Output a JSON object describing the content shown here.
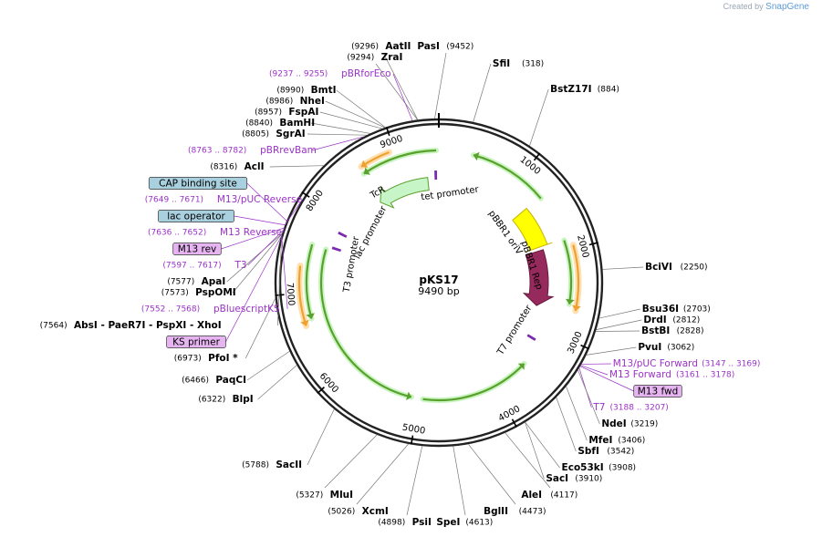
{
  "credit": {
    "prefix": "Created by",
    "brand": "SnapGene"
  },
  "plasmid": {
    "name": "pKS17",
    "length_label": "9490 bp",
    "length": 9490
  },
  "colors": {
    "enzyme_text": "#000000",
    "primer_text": "#9b32c8",
    "orf_orange": "#f0a030",
    "orf_green": "#5aa02c",
    "tcr_fill": "#c8f5c8",
    "origin_yellow": "#ffff00",
    "rep_maroon": "#962a5c",
    "lac_fill": "#a9d0de",
    "primer_fill": "#e6b4f0"
  },
  "ticks": [
    {
      "label": "1000",
      "bp": 1000
    },
    {
      "label": "2000",
      "bp": 2000
    },
    {
      "label": "3000",
      "bp": 3000
    },
    {
      "label": "4000",
      "bp": 4000
    },
    {
      "label": "5000",
      "bp": 5000
    },
    {
      "label": "6000",
      "bp": 6000
    },
    {
      "label": "7000",
      "bp": 7000
    },
    {
      "label": "8000",
      "bp": 8000
    },
    {
      "label": "9000",
      "bp": 9000
    }
  ],
  "features": [
    {
      "name": "TcR",
      "type": "cds",
      "start": 8540,
      "end": 9330,
      "dir": -1,
      "color": "tcr_fill",
      "label_type": "in"
    },
    {
      "name": "pBBR1 oriV",
      "type": "origin",
      "start": 1310,
      "end": 1860,
      "dir": 1,
      "color": "origin_yellow",
      "label_type": "in"
    },
    {
      "name": "pBBR1 Rep",
      "type": "cds",
      "start": 1910,
      "end": 2720,
      "dir": 1,
      "color": "rep_maroon",
      "label_type": "in"
    },
    {
      "name": "tet promoter",
      "type": "promoter",
      "pos": 9462,
      "label_type": "in"
    },
    {
      "name": "lac promoter",
      "type": "promoter",
      "pos": 7830,
      "label_type": "in"
    },
    {
      "name": "T3 promoter",
      "type": "promoter",
      "pos": 7610,
      "label_type": "in"
    },
    {
      "name": "T7 promoter",
      "type": "promoter",
      "pos": 3195,
      "label_type": "in"
    }
  ],
  "orfs": [
    {
      "ring": "outer",
      "start": 1960,
      "end": 2680,
      "dir": 1,
      "color": "orf_orange"
    },
    {
      "ring": "outer",
      "start": 6640,
      "end": 7300,
      "dir": -1,
      "color": "orf_orange"
    },
    {
      "ring": "outer",
      "start": 8600,
      "end": 8940,
      "dir": -1,
      "color": "orf_orange"
    },
    {
      "ring": "middle",
      "start": 1880,
      "end": 2620,
      "dir": 1,
      "color": "orf_green"
    },
    {
      "ring": "middle",
      "start": 6700,
      "end": 7560,
      "dir": -1,
      "color": "orf_green"
    },
    {
      "ring": "middle",
      "start": 8580,
      "end": 9460,
      "dir": -1,
      "color": "orf_green"
    },
    {
      "ring": "middle",
      "start": 400,
      "end": 1330,
      "dir": -1,
      "color": "orf_green"
    },
    {
      "ring": "inner",
      "start": 3520,
      "end": 4950,
      "dir": -1,
      "color": "orf_green"
    },
    {
      "ring": "inner",
      "start": 5100,
      "end": 7550,
      "dir": -1,
      "color": "orf_green"
    }
  ],
  "labels": [
    {
      "side": "top",
      "kind": "enzyme",
      "name": "AatII",
      "pos": "(9296)",
      "bp": 9296
    },
    {
      "side": "top",
      "kind": "enzyme",
      "name": "ZraI",
      "pos": "(9294)",
      "bp": 9294
    },
    {
      "side": "top",
      "kind": "enzyme",
      "name": "PasI",
      "pos": "(9452)",
      "bp": 9452
    },
    {
      "side": "right",
      "kind": "enzyme",
      "name": "SfiI",
      "pos": "(318)",
      "bp": 318
    },
    {
      "side": "right",
      "kind": "enzyme",
      "name": "BstZ17I",
      "pos": "(884)",
      "bp": 884
    },
    {
      "side": "right",
      "kind": "enzyme",
      "name": "BciVI",
      "pos": "(2250)",
      "bp": 2250
    },
    {
      "side": "right",
      "kind": "enzyme",
      "name": "Bsu36I",
      "pos": "(2703)",
      "bp": 2703
    },
    {
      "side": "right",
      "kind": "enzyme",
      "name": "DrdI",
      "pos": "(2812)",
      "bp": 2812
    },
    {
      "side": "right",
      "kind": "enzyme",
      "name": "BstBI",
      "pos": "(2828)",
      "bp": 2828
    },
    {
      "side": "right",
      "kind": "enzyme",
      "name": "PvuI",
      "pos": "(3062)",
      "bp": 3062
    },
    {
      "side": "right",
      "kind": "primer",
      "name": "M13/pUC Forward",
      "pos": "(3147 .. 3169)",
      "bp": 3158
    },
    {
      "side": "right",
      "kind": "primer",
      "name": "M13 Forward",
      "pos": "(3161 .. 3178)",
      "bp": 3170
    },
    {
      "side": "right",
      "kind": "primerbox",
      "name": "M13 fwd",
      "pos": "",
      "bp": 3180
    },
    {
      "side": "right",
      "kind": "primer",
      "name": "T7",
      "pos": "(3188 .. 3207)",
      "bp": 3197
    },
    {
      "side": "right",
      "kind": "enzyme",
      "name": "NdeI",
      "pos": "(3219)",
      "bp": 3219
    },
    {
      "side": "right",
      "kind": "enzyme",
      "name": "MfeI",
      "pos": "(3406)",
      "bp": 3406
    },
    {
      "side": "right",
      "kind": "enzyme",
      "name": "SbfI",
      "pos": "(3542)",
      "bp": 3542
    },
    {
      "side": "right",
      "kind": "enzyme",
      "name": "Eco53kI",
      "pos": "(3908)",
      "bp": 3908
    },
    {
      "side": "right",
      "kind": "enzyme",
      "name": "SacI",
      "pos": "(3910)",
      "bp": 3910
    },
    {
      "side": "bottom",
      "kind": "enzyme",
      "name": "AleI",
      "pos": "(4117)",
      "bp": 4117
    },
    {
      "side": "bottom",
      "kind": "enzyme",
      "name": "BglII",
      "pos": "(4473)",
      "bp": 4473
    },
    {
      "side": "bottom",
      "kind": "enzyme",
      "name": "SpeI",
      "pos": "(4613)",
      "bp": 4613
    },
    {
      "side": "bottom",
      "kind": "enzyme",
      "name": "PsiI",
      "pos": "(4898)",
      "bp": 4898
    },
    {
      "side": "bottom",
      "kind": "enzyme",
      "name": "XcmI",
      "pos": "(5026)",
      "bp": 5026
    },
    {
      "side": "bottom",
      "kind": "enzyme",
      "name": "MluI",
      "pos": "(5327)",
      "bp": 5327
    },
    {
      "side": "left",
      "kind": "enzyme",
      "name": "SacII",
      "pos": "(5788)",
      "bp": 5788
    },
    {
      "side": "left",
      "kind": "enzyme",
      "name": "BlpI",
      "pos": "(6322)",
      "bp": 6322
    },
    {
      "side": "left",
      "kind": "enzyme",
      "name": "PaqCI",
      "pos": "(6466)",
      "bp": 6466
    },
    {
      "side": "left",
      "kind": "enzyme",
      "name": "PfoI *",
      "pos": "(6973)",
      "bp": 6973
    },
    {
      "side": "left",
      "kind": "primerbox",
      "name": "KS primer",
      "pos": "",
      "bp": 7548
    },
    {
      "side": "left",
      "kind": "enzyme",
      "name": "AbsI   - PaeR7I   - PspXI   - XhoI",
      "pos": "(7564)",
      "bp": 7564
    },
    {
      "side": "left",
      "kind": "primer",
      "name": "pBluescriptKS",
      "pos": "(7552 .. 7568)",
      "bp": 7560
    },
    {
      "side": "left",
      "kind": "enzyme",
      "name": "PspOMI",
      "pos": "(7573)",
      "bp": 7573
    },
    {
      "side": "left",
      "kind": "enzyme",
      "name": "ApaI",
      "pos": "(7577)",
      "bp": 7577
    },
    {
      "side": "left",
      "kind": "primer",
      "name": "T3",
      "pos": "(7597 .. 7617)",
      "bp": 7607
    },
    {
      "side": "left",
      "kind": "primerbox",
      "name": "M13 rev",
      "pos": "",
      "bp": 7630
    },
    {
      "side": "left",
      "kind": "primer",
      "name": "M13 Reverse",
      "pos": "(7636 .. 7652)",
      "bp": 7644
    },
    {
      "side": "left",
      "kind": "featbox",
      "name": "lac operator",
      "pos": "",
      "bp": 7660
    },
    {
      "side": "left",
      "kind": "primer",
      "name": "M13/pUC Reverse",
      "pos": "(7649 .. 7671)",
      "bp": 7660
    },
    {
      "side": "left",
      "kind": "featbox",
      "name": "CAP binding site",
      "pos": "",
      "bp": 7700
    },
    {
      "side": "left",
      "kind": "enzyme",
      "name": "AclI",
      "pos": "(8316)",
      "bp": 8316
    },
    {
      "side": "left",
      "kind": "primer",
      "name": "pBRrevBam",
      "pos": "(8763 .. 8782)",
      "bp": 8772
    },
    {
      "side": "left",
      "kind": "enzyme",
      "name": "SgrAI",
      "pos": "(8805)",
      "bp": 8805
    },
    {
      "side": "left",
      "kind": "enzyme",
      "name": "BamHI",
      "pos": "(8840)",
      "bp": 8840
    },
    {
      "side": "left",
      "kind": "enzyme",
      "name": "FspAI",
      "pos": "(8957)",
      "bp": 8957
    },
    {
      "side": "left",
      "kind": "enzyme",
      "name": "NheI",
      "pos": "(8986)",
      "bp": 8986
    },
    {
      "side": "left",
      "kind": "enzyme",
      "name": "BmtI",
      "pos": "(8990)",
      "bp": 8990
    },
    {
      "side": "left",
      "kind": "primer",
      "name": "pBRforEco",
      "pos": "(9237 .. 9255)",
      "bp": 9246
    }
  ]
}
